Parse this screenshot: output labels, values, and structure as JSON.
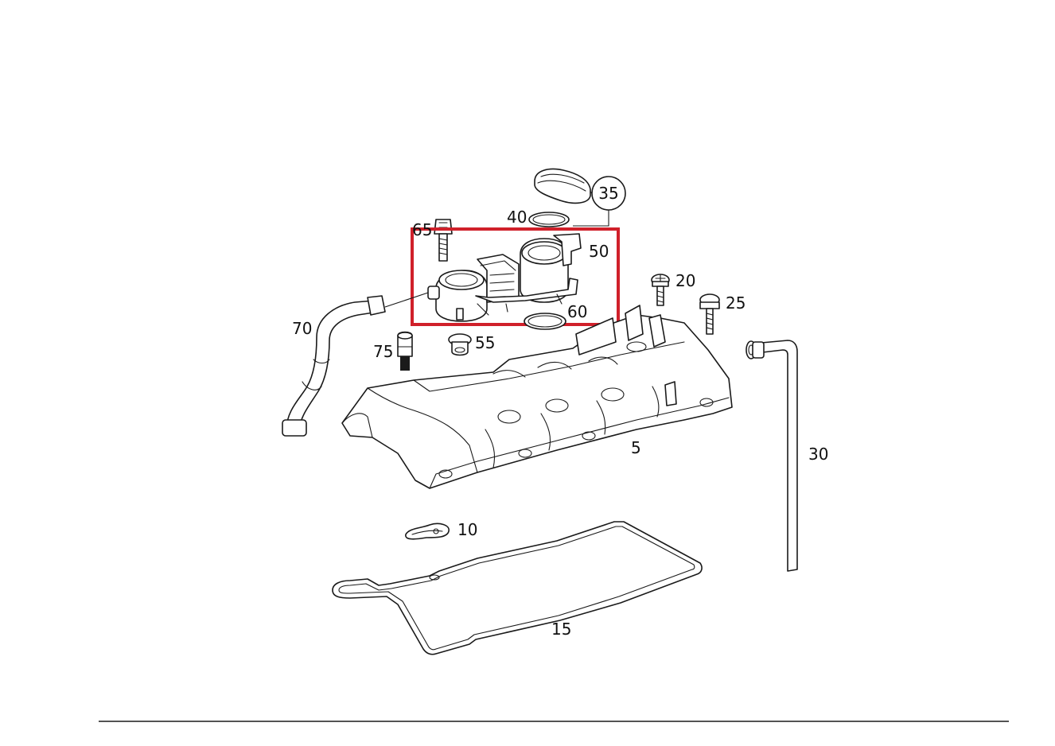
{
  "callouts": {
    "c35": "35",
    "c40": "40",
    "c65": "65",
    "c50": "50",
    "c20": "20",
    "c25": "25",
    "c60": "60",
    "c70": "70",
    "c75": "75",
    "c55": "55",
    "c5": "5",
    "c30": "30",
    "c10": "10",
    "c15": "15"
  },
  "colors": {
    "highlight": "#d0202a",
    "line": "#1a1a1a",
    "background": "#ffffff"
  }
}
